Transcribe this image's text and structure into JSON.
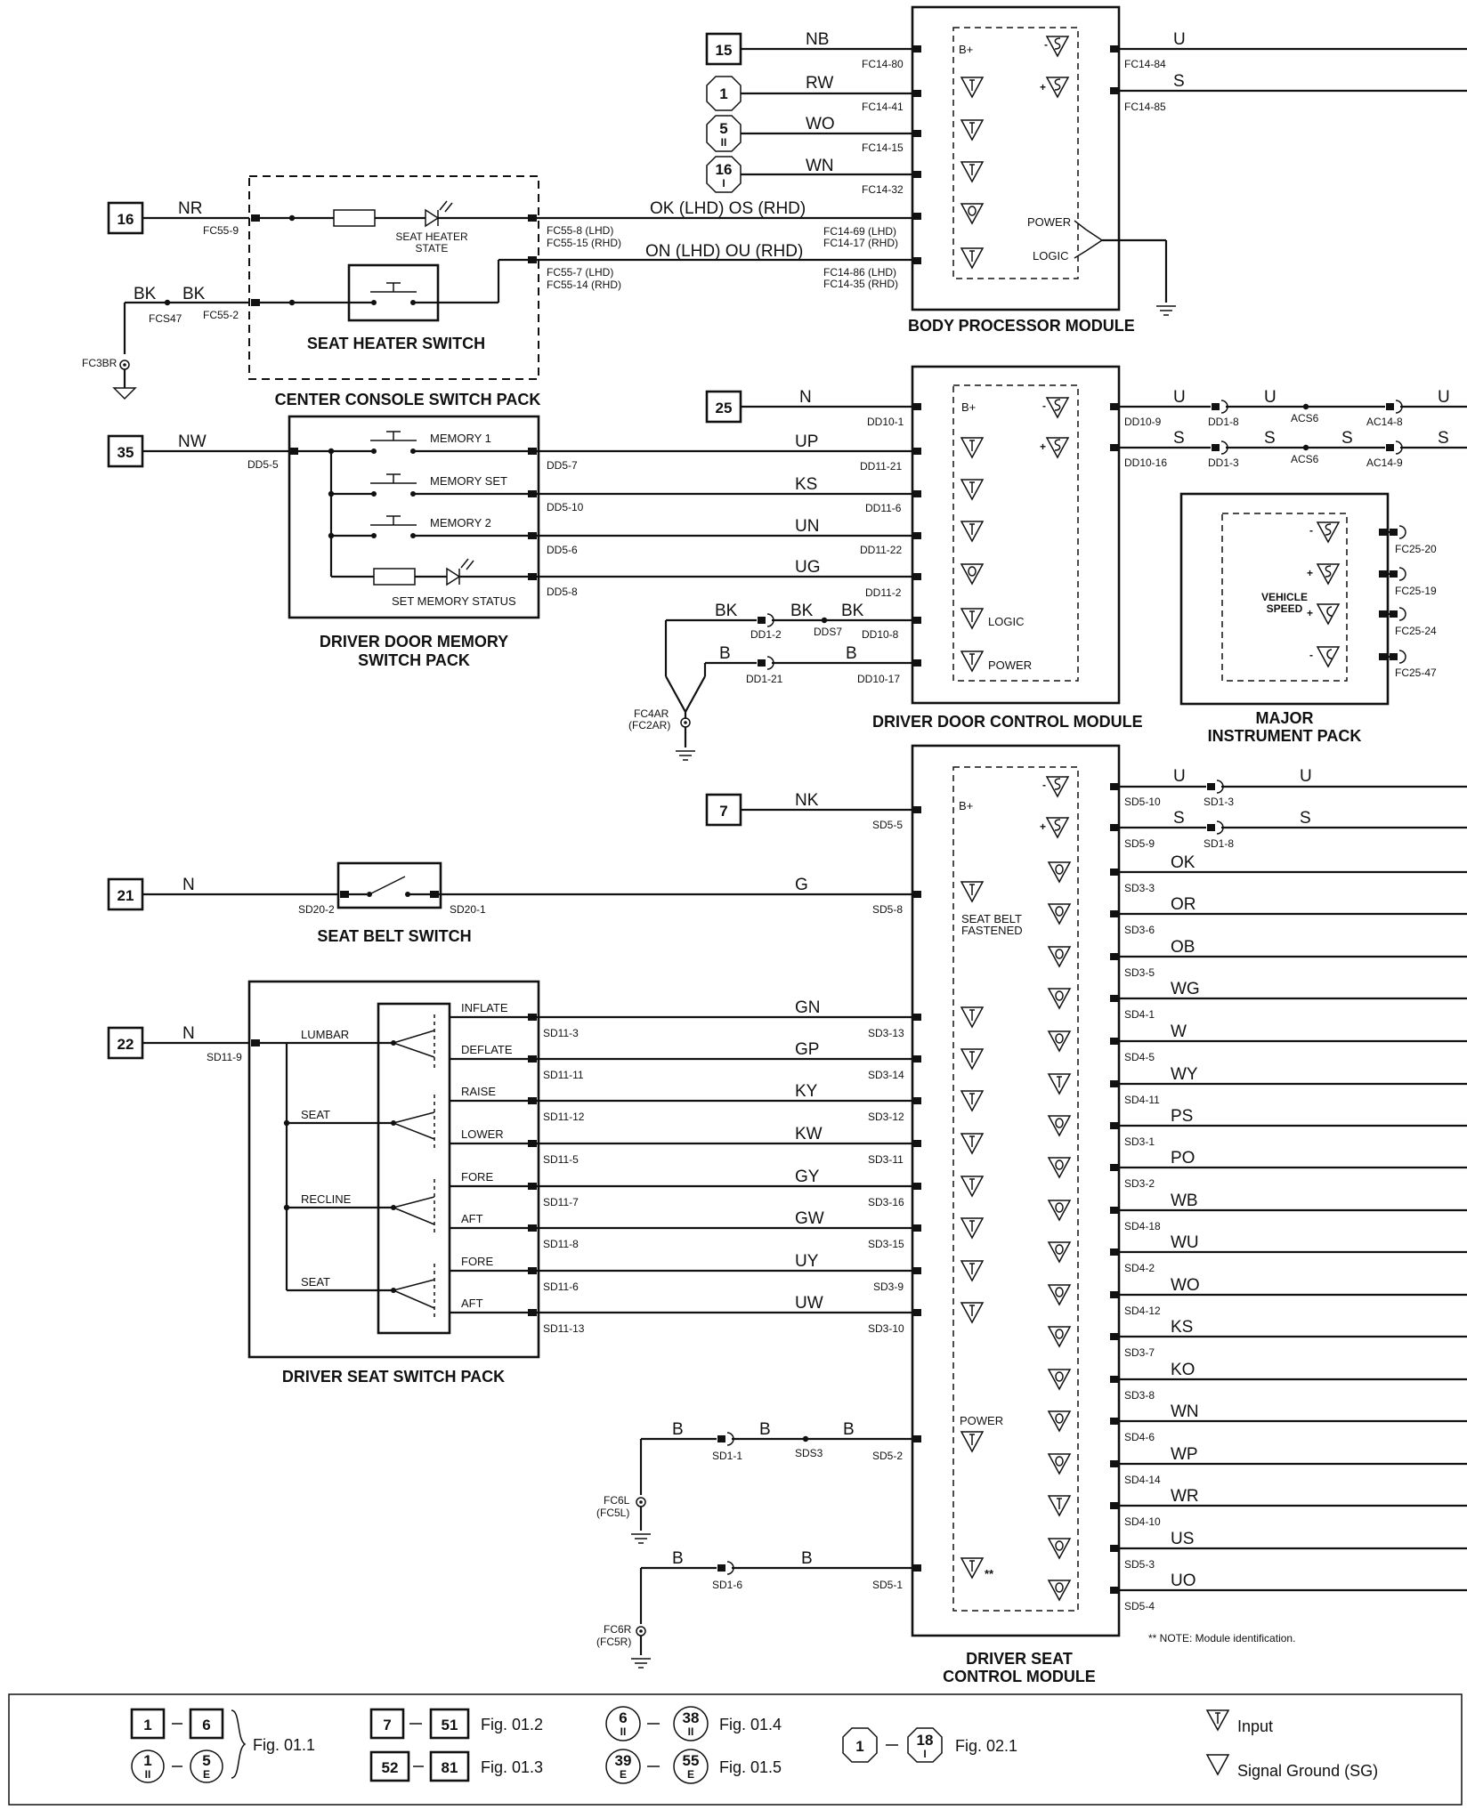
{
  "refs": {
    "r15": "15",
    "r1": "1",
    "r5": "5",
    "r5s": "II",
    "r16o": "16",
    "r16os": "I",
    "r16": "16",
    "r35": "35",
    "r25": "25",
    "r7": "7",
    "r21": "21",
    "r22": "22"
  },
  "wires": {
    "NB": "NB",
    "RW": "RW",
    "WO": "WO",
    "WN": "WN",
    "NR": "NR",
    "BK1": "BK",
    "BK2": "BK",
    "OK_OS": "OK (LHD)  OS (RHD)",
    "ON_OU": "ON (LHD)  OU (RHD)",
    "U": "U",
    "S": "S",
    "N": "N",
    "NW": "NW",
    "UP": "UP",
    "KS": "KS",
    "UN": "UN",
    "UG": "UG",
    "BK": "BK",
    "B": "B",
    "NK": "NK",
    "G": "G",
    "GN": "GN",
    "GP": "GP",
    "KY": "KY",
    "KW": "KW",
    "GY": "GY",
    "GW": "GW",
    "UY": "UY",
    "UW": "UW",
    "OK": "OK",
    "OR": "OR",
    "OB": "OB",
    "WG": "WG",
    "W": "W",
    "WY": "WY",
    "PS": "PS",
    "PO": "PO",
    "WB": "WB",
    "WU": "WU",
    "WO2": "WO",
    "KS2": "KS",
    "KO": "KO",
    "WN2": "WN",
    "WP": "WP",
    "WR": "WR",
    "US": "US",
    "UO": "UO"
  },
  "connectors": {
    "FC14_80": "FC14-80",
    "FC14_41": "FC14-41",
    "FC14_15": "FC14-15",
    "FC14_32": "FC14-32",
    "FC14_69": "FC14-69 (LHD)",
    "FC14_17": "FC14-17 (RHD)",
    "FC14_86": "FC14-86 (LHD)",
    "FC14_35": "FC14-35 (RHD)",
    "FC14_84": "FC14-84",
    "FC14_85": "FC14-85",
    "FC55_9": "FC55-9",
    "FC55_2": "FC55-2",
    "FCS47": "FCS47",
    "FC3BR": "FC3BR",
    "FC55_8": "FC55-8 (LHD)",
    "FC55_15": "FC55-15 (RHD)",
    "FC55_7": "FC55-7 (LHD)",
    "FC55_14": "FC55-14 (RHD)",
    "DD10_1": "DD10-1",
    "DD10_9": "DD10-9",
    "DD10_16": "DD10-16",
    "DD1_8": "DD1-8",
    "DD1_3": "DD1-3",
    "ACS6a": "ACS6",
    "ACS6b": "ACS6",
    "AC14_8": "AC14-8",
    "AC14_9": "AC14-9",
    "DD5_5": "DD5-5",
    "DD5_7": "DD5-7",
    "DD5_10": "DD5-10",
    "DD5_6": "DD5-6",
    "DD5_8": "DD5-8",
    "DD11_21": "DD11-21",
    "DD11_6": "DD11-6",
    "DD11_22": "DD11-22",
    "DD11_2": "DD11-2",
    "DD1_2": "DD1-2",
    "DDS7": "DDS7",
    "DD10_8": "DD10-8",
    "DD1_21": "DD1-21",
    "DD10_17": "DD10-17",
    "FC4AR": "FC4AR",
    "FC2AR": "(FC2AR)",
    "FC25_20": "FC25-20",
    "FC25_19": "FC25-19",
    "FC25_24": "FC25-24",
    "FC25_47": "FC25-47",
    "SD5_5": "SD5-5",
    "SD5_10": "SD5-10",
    "SD5_9": "SD5-9",
    "SD1_3": "SD1-3",
    "SD1_8": "SD1-8",
    "SD20_2": "SD20-2",
    "SD20_1": "SD20-1",
    "SD5_8": "SD5-8",
    "SD3_3": "SD3-3",
    "SD3_6": "SD3-6",
    "SD3_5": "SD3-5",
    "SD4_1": "SD4-1",
    "SD4_5": "SD4-5",
    "SD4_11": "SD4-11",
    "SD3_1": "SD3-1",
    "SD3_2": "SD3-2",
    "SD4_18": "SD4-18",
    "SD4_2": "SD4-2",
    "SD4_12": "SD4-12",
    "SD3_7": "SD3-7",
    "SD3_8": "SD3-8",
    "SD4_6": "SD4-6",
    "SD4_14": "SD4-14",
    "SD4_10": "SD4-10",
    "SD5_3": "SD5-3",
    "SD5_4": "SD5-4",
    "SD11_9": "SD11-9",
    "SD11_3": "SD11-3",
    "SD11_11": "SD11-11",
    "SD11_12": "SD11-12",
    "SD11_5": "SD11-5",
    "SD11_7": "SD11-7",
    "SD11_8": "SD11-8",
    "SD11_6": "SD11-6",
    "SD11_13": "SD11-13",
    "SD3_13": "SD3-13",
    "SD3_14": "SD3-14",
    "SD3_12": "SD3-12",
    "SD3_11": "SD3-11",
    "SD3_16": "SD3-16",
    "SD3_15": "SD3-15",
    "SD3_9": "SD3-9",
    "SD3_10": "SD3-10",
    "SD1_1": "SD1-1",
    "SDS3": "SDS3",
    "SD5_2": "SD5-2",
    "SD1_6": "SD1-6",
    "SD5_1": "SD5-1",
    "FC6L": "FC6L",
    "FC5L": "(FC5L)",
    "FC6R": "FC6R",
    "FC5R": "(FC5R)"
  },
  "internal": {
    "seat_heater_state": "SEAT HEATER",
    "seat_heater_state2": "STATE",
    "bplus": "B+",
    "power": "POWER",
    "logic": "LOGIC",
    "memory1": "MEMORY 1",
    "memory_set": "MEMORY SET",
    "memory2": "MEMORY 2",
    "set_memory_status": "SET MEMORY STATUS",
    "vehicle": "VEHICLE",
    "speed": "SPEED",
    "seat_belt_fastened1": "SEAT BELT",
    "seat_belt_fastened2": "FASTENED",
    "lumbar": "LUMBAR",
    "seat": "SEAT",
    "recline": "RECLINE",
    "inflate": "INFLATE",
    "deflate": "DEFLATE",
    "raise": "RAISE",
    "lower": "LOWER",
    "fore": "FORE",
    "aft": "AFT",
    "star": "**"
  },
  "titles": {
    "bpm": "BODY PROCESSOR MODULE",
    "seat_heater_switch": "SEAT HEATER SWITCH",
    "center_console": "CENTER CONSOLE SWITCH PACK",
    "ddcm": "DRIVER DOOR CONTROL MODULE",
    "ddmsp1": "DRIVER DOOR MEMORY",
    "ddmsp2": "SWITCH PACK",
    "major1": "MAJOR",
    "major2": "INSTRUMENT PACK",
    "seat_belt_switch": "SEAT BELT SWITCH",
    "driver_seat_switch": "DRIVER SEAT SWITCH PACK",
    "dscm1": "DRIVER SEAT",
    "dscm2": "CONTROL MODULE",
    "note": "**  NOTE:  Module identification."
  },
  "legend": {
    "a1": "1",
    "a2": "6",
    "a3": "1",
    "a3s": "II",
    "a4": "5",
    "a4s": "E",
    "a_fig": "Fig. 01.1",
    "b1": "7",
    "b2": "51",
    "b_fig": "Fig. 01.2",
    "c1": "52",
    "c2": "81",
    "c_fig": "Fig. 01.3",
    "d1": "6",
    "d1s": "II",
    "d2": "38",
    "d2s": "II",
    "d_fig": "Fig. 01.4",
    "e1": "39",
    "e1s": "E",
    "e2": "55",
    "e2s": "E",
    "e_fig": "Fig. 01.5",
    "f1": "1",
    "f2": "18",
    "f2s": "I",
    "f_fig": "Fig. 02.1",
    "input": "Input",
    "sg": "Signal Ground (SG)"
  }
}
